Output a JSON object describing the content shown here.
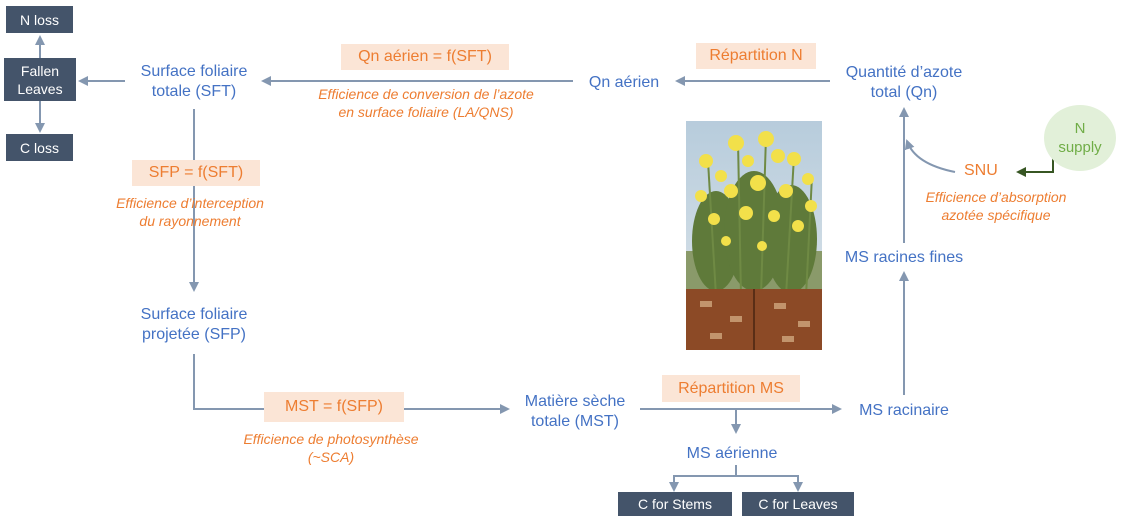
{
  "boxes": {
    "n_loss": "N loss",
    "fallen_leaves": "Fallen\nLeaves",
    "c_loss": "C loss",
    "c_stems": "C for Stems",
    "c_leaves": "C for Leaves"
  },
  "nodes": {
    "sft_line1": "Surface foliaire",
    "sft_line2": "totale (SFT)",
    "qn_aerien": "Qn aérien",
    "qn_line1": "Quantité d’azote",
    "qn_line2": "total (Qn)",
    "sfp_line1": "Surface foliaire",
    "sfp_line2": "projetée (SFP)",
    "mst_line1": "Matière sèche",
    "mst_line2": "totale (MST)",
    "ms_racinaire": "MS racinaire",
    "ms_aerienne": "MS aérienne",
    "ms_racines_fines": "MS racines fines"
  },
  "functions": {
    "qn_f_sft": "Qn aérien = f(SFT)",
    "repartition_n": "Répartition N",
    "sfp_f_sft": "SFP = f(SFT)",
    "mst_f_sfp": "MST = f(SFP)",
    "repartition_ms": "Répartition MS"
  },
  "notes": {
    "conversion_line1": "Efficience de conversion de l’azote",
    "conversion_line2": "en surface foliaire (LA/QNS)",
    "interception_line1": "Efficience d’interception",
    "interception_line2": "du rayonnement",
    "photosynthese_line1": "Efficience de photosynthèse",
    "photosynthese_line2": "(~SCA)",
    "absorption_line1": "Efficience d’absorption",
    "absorption_line2": "azotée spécifique"
  },
  "snu": "SNU",
  "n_supply": "N\nsupply",
  "photo": {
    "subject": "flowering rapeseed plants in wooden container"
  },
  "colors": {
    "node_text": "#4472c4",
    "dark_box": "#44546a",
    "function_fill": "#fbe5d6",
    "accent_orange": "#ed7d31",
    "arrow": "#8497b0",
    "supply_fill": "#e2f0d9",
    "supply_text": "#70ad47",
    "supply_arrow": "#375623"
  }
}
